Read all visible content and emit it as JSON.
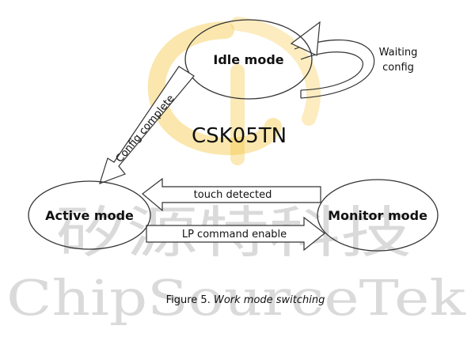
{
  "nodes": {
    "idle": "Idle mode",
    "active": "Active mode",
    "monitor": "Monitor mode"
  },
  "edges": {
    "waiting_line1": "Waiting",
    "waiting_line2": "config",
    "config_complete": "Config complete",
    "touch_detected": "touch detected",
    "lp_command": "LP command enable"
  },
  "chip_label": "CSK05TN",
  "watermark": {
    "cn": "矽源特科技",
    "en": "ChipSourceTek"
  },
  "caption": {
    "prefix": "Figure 5. ",
    "title": "Work mode switching"
  },
  "colors": {
    "logo": "#f6c94a",
    "stroke": "#333333"
  }
}
